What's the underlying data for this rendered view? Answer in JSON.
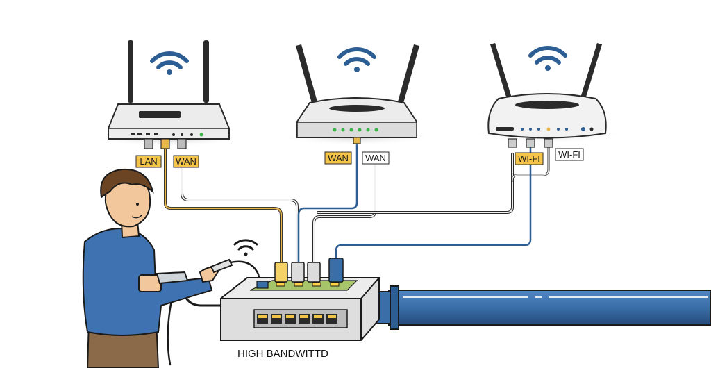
{
  "routers": [
    {
      "ports": [
        "LAN",
        "WAN"
      ]
    },
    {
      "ports": [
        "WAN",
        "WAN"
      ]
    },
    {
      "ports": [
        "WI-FI",
        "WI-FI"
      ]
    }
  ],
  "caption": "HIGH BANDWITTD",
  "colors": {
    "yellow_cable": "#e8b84a",
    "blue_cable": "#2d5e93",
    "gray_cable": "#8a8a8a",
    "label_highlight": "#f5c54a",
    "label_plain": "#ffffff",
    "pipe": "#3a6ea8",
    "shirt": "#3f72b0"
  },
  "icons": [
    "wifi-icon",
    "antenna-icon",
    "network-switch",
    "person-figure"
  ]
}
